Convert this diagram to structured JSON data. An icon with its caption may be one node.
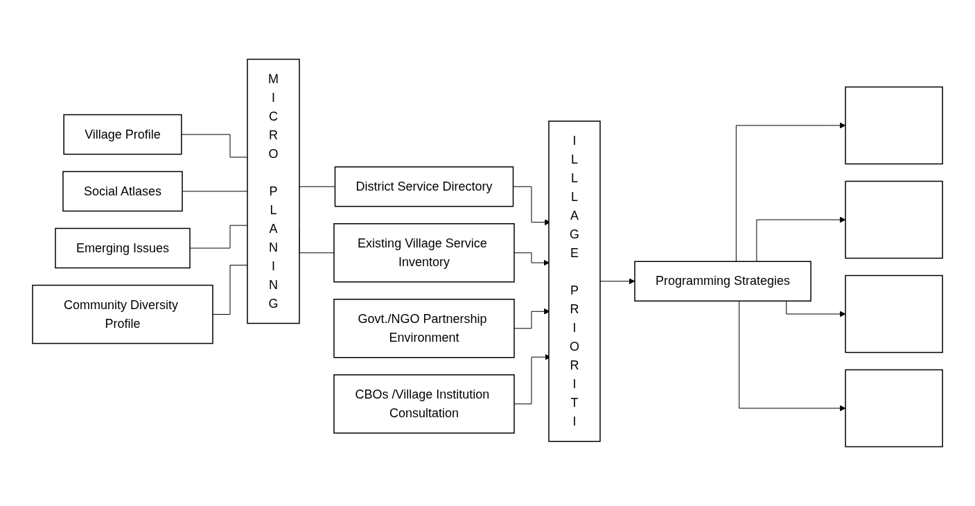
{
  "diagram": {
    "nodes": [
      {
        "text": [
          "Village Profile"
        ]
      },
      {
        "text": [
          "Social Atlases"
        ]
      },
      {
        "text": [
          "Emerging Issues"
        ]
      },
      {
        "text": [
          "Community Diversity Profile"
        ]
      },
      {
        "text": [
          "MICRO PLANING"
        ]
      },
      {
        "text": [
          "District Service Directory"
        ]
      },
      {
        "text": [
          "Existing Village Service Inventory"
        ]
      },
      {
        "text": [
          "Govt./NGO Partnership Environment"
        ]
      },
      {
        "text": [
          "CBOs /Village Institution Consultation"
        ]
      },
      {
        "text": [
          "ILLLAGE PRIORITI"
        ]
      },
      {
        "text": [
          "Programming Strategies"
        ]
      },
      {
        "text": [],
        "shape": "box"
      },
      {
        "text": [],
        "shape": "box"
      },
      {
        "text": [],
        "shape": "box"
      },
      {
        "text": [],
        "shape": "box"
      }
    ],
    "edges": [
      {
        "from": 0,
        "to": 4,
        "arrow": "none"
      },
      {
        "from": 1,
        "to": 4,
        "arrow": "none"
      },
      {
        "from": 2,
        "to": 4,
        "arrow": "none"
      },
      {
        "from": 3,
        "to": 4,
        "arrow": "none"
      },
      {
        "from": 4,
        "to": 5,
        "arrow": "none"
      },
      {
        "from": 4,
        "to": 6,
        "arrow": "none"
      },
      {
        "from": 5,
        "to": 9,
        "arrow": "to"
      },
      {
        "from": 6,
        "to": 9,
        "arrow": "to"
      },
      {
        "from": 7,
        "to": 9,
        "arrow": "to"
      },
      {
        "from": 8,
        "to": 9,
        "arrow": "to"
      },
      {
        "from": 9,
        "to": 10,
        "arrow": "to"
      },
      {
        "from": 10,
        "to": 11,
        "arrow": "to"
      },
      {
        "from": 10,
        "to": 12,
        "arrow": "to"
      },
      {
        "from": 10,
        "to": 13,
        "arrow": "to"
      },
      {
        "from": 10,
        "to": 14,
        "arrow": "to"
      }
    ]
  }
}
